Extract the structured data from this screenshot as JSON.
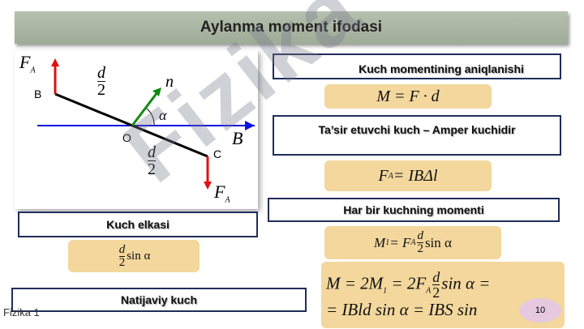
{
  "title": "Aylanma moment ifodasi",
  "diagram": {
    "fa_label": "F",
    "fa_sub": "A",
    "b": "B",
    "o": "O",
    "c": "C",
    "n": "n",
    "alpha": "α",
    "bvec": "B",
    "d": "d",
    "two": "2"
  },
  "boxes": {
    "definition": "Kuch momentining aniqlanishi",
    "amper": "Ta’sir etuvchi kuch – Amper kuchidir",
    "each_moment": "Har bir kuchning momenti",
    "arm": "Kuch elkasi",
    "resultant": "Natijaviy kuch"
  },
  "formulas": {
    "moment": "M  = F  · d",
    "amper_lhs": "F",
    "amper_sub": "A",
    "amper_rhs": " = IBΔl",
    "m1_lhs": "M",
    "m1_sub": "1",
    "m1_mid": " = F",
    "m1_fsub": "A",
    "sin_alpha": "sin α",
    "d": "d",
    "two": "2",
    "total_line1a": "M  = 2M",
    "total_line1b": " = 2F",
    "total_line1c": "sin α =",
    "total_line2": "= IBld sin α  = IBS sin"
  },
  "footer": {
    "subject": "Fizika 1",
    "page": "10"
  },
  "watermark": "Fizika"
}
